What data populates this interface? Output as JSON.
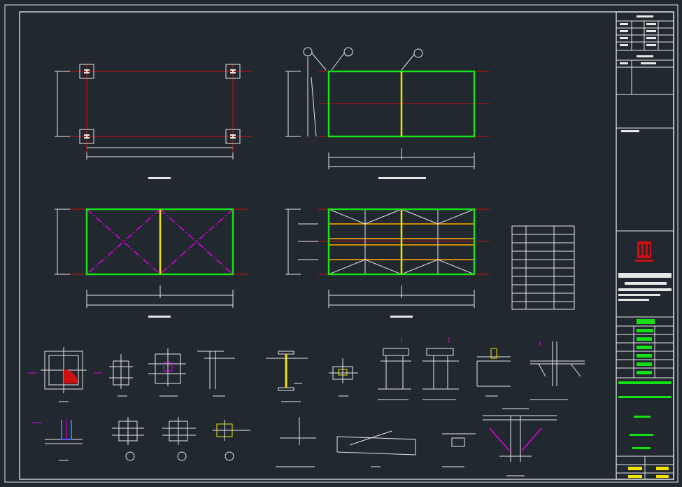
{
  "drawing": {
    "colors": {
      "background": "#212830",
      "line": "#e6e6e6",
      "axis": "#d01010",
      "beam_main": "#16e016",
      "beam_secondary": "#f0e400",
      "brace": "#e400e4",
      "purlin": "#d08a00",
      "accent_red": "#d01010"
    },
    "plans": [
      {
        "name": "plan-column-layout",
        "has_title": true
      },
      {
        "name": "plan-roof-beams",
        "has_title": true
      },
      {
        "name": "plan-bracing",
        "has_title": true
      },
      {
        "name": "plan-purlins",
        "has_title": true
      }
    ],
    "material_table": {
      "rows": 10,
      "cols": 3
    },
    "title_block": {
      "stamp_lines": 3,
      "signature_rows": 6,
      "logo": "company-logo"
    },
    "details": {
      "row1_count": 13,
      "row2_count": 9
    }
  }
}
